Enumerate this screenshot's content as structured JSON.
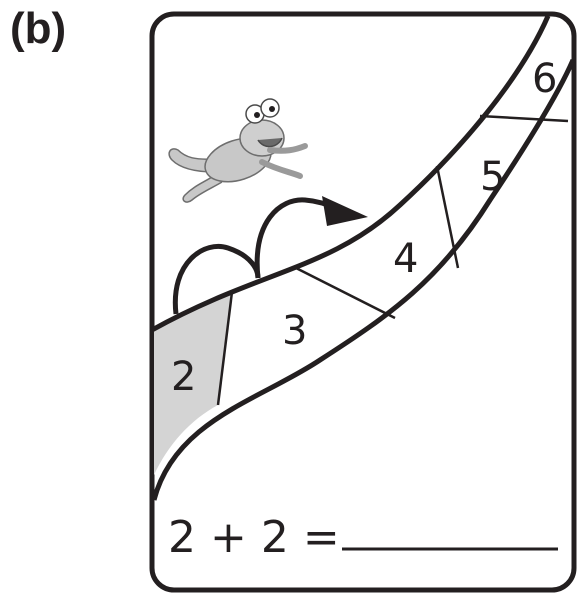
{
  "part_label": "(b)",
  "path_numbers": [
    "2",
    "3",
    "4",
    "5",
    "6"
  ],
  "highlighted_number": "2",
  "equation": "2 + 2 =",
  "colors": {
    "ink": "#231f20",
    "highlight": "#d4d4d4",
    "frog": "#c8c8c8"
  },
  "icons": [
    "frog-icon",
    "hop-arrow-icon"
  ]
}
